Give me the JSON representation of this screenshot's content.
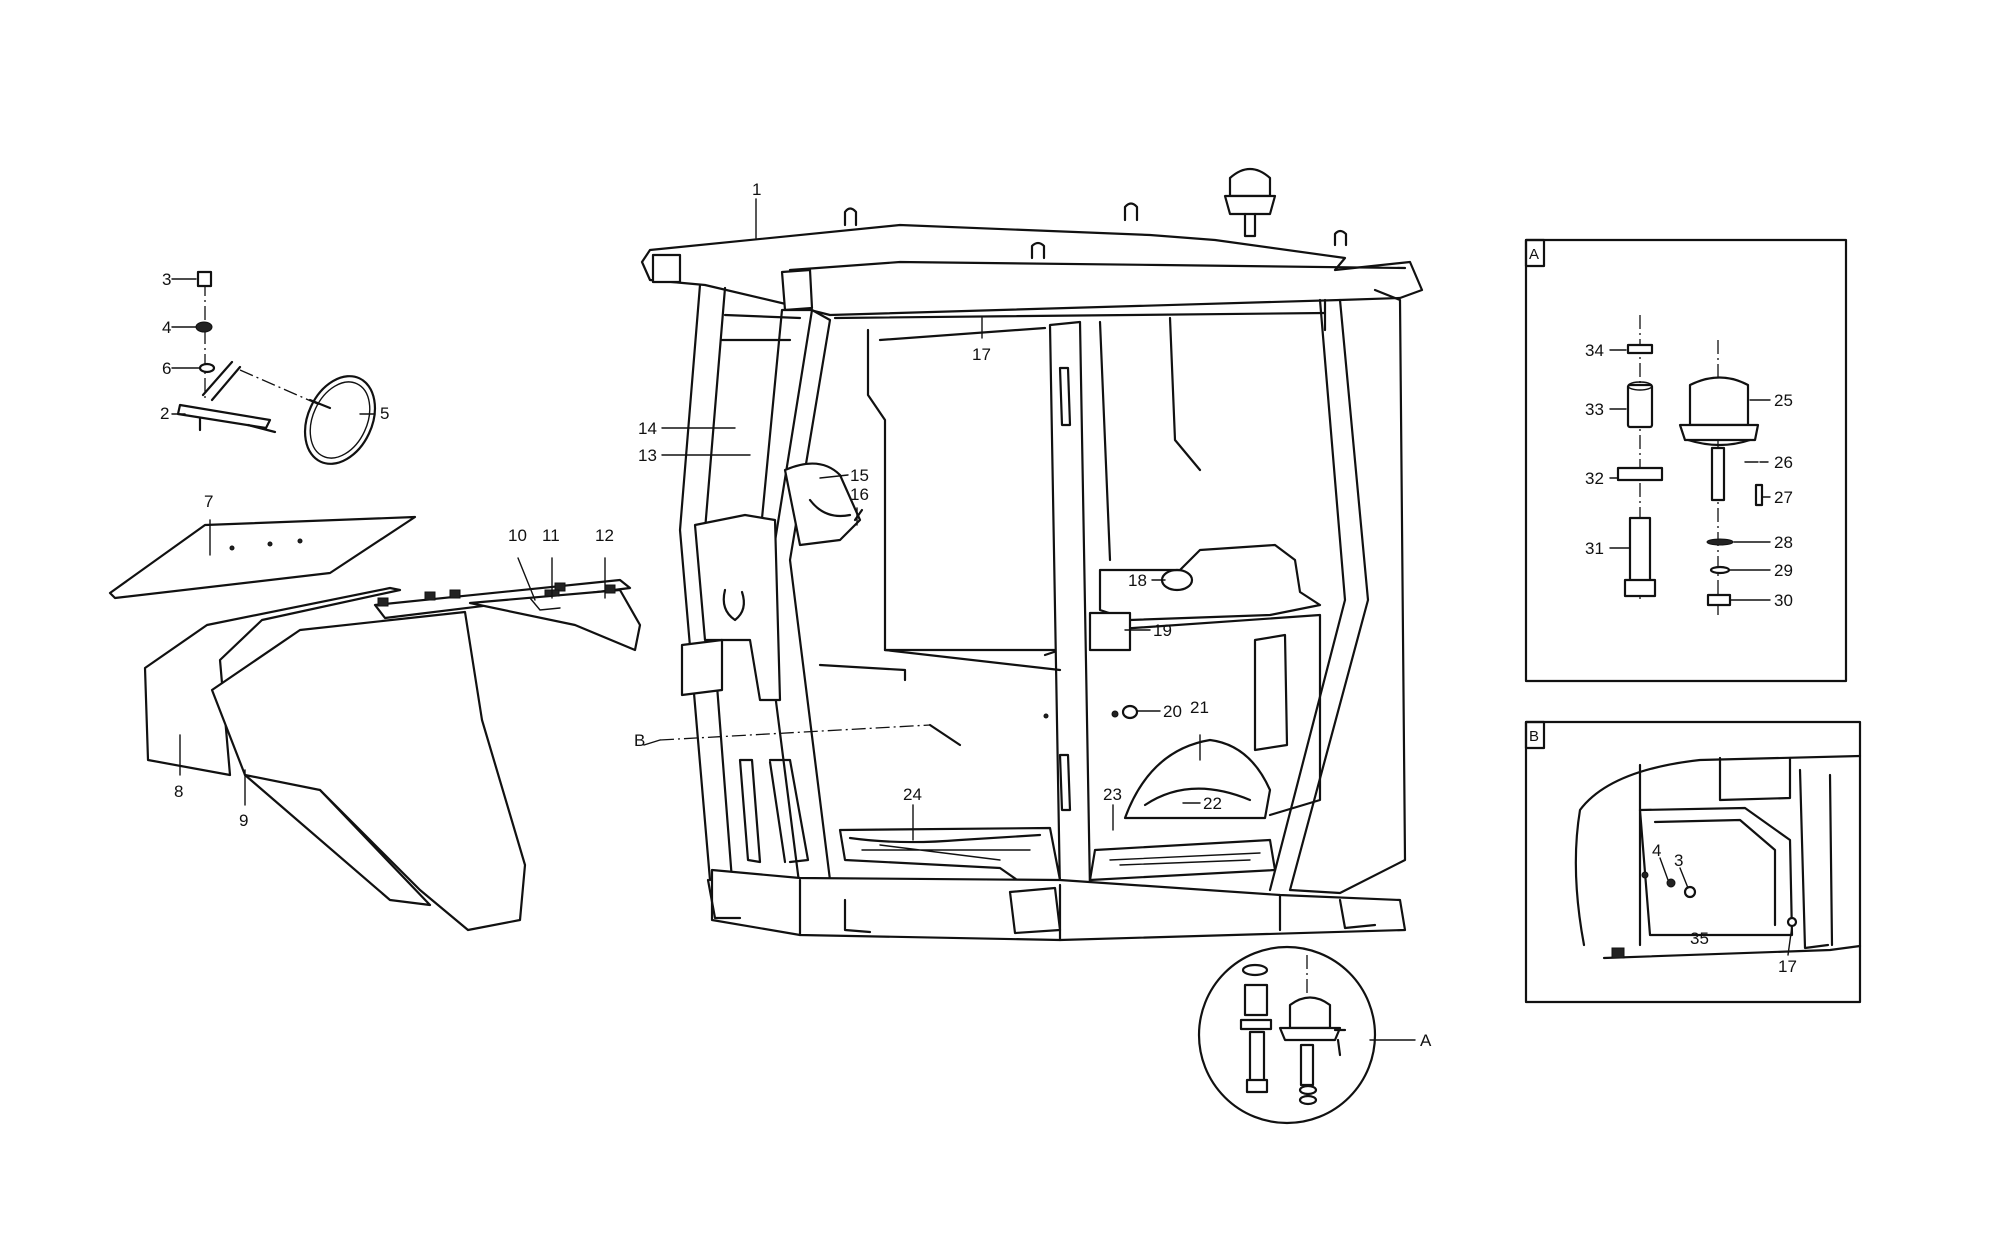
{
  "callouts": [
    "1",
    "2",
    "3",
    "4",
    "5",
    "6",
    "7",
    "8",
    "9",
    "10",
    "11",
    "12",
    "13",
    "14",
    "15",
    "16",
    "17",
    "18",
    "19",
    "20",
    "21",
    "22",
    "23",
    "24",
    "25",
    "26",
    "27",
    "28",
    "29",
    "30",
    "31",
    "32",
    "33",
    "34",
    "35"
  ],
  "detail_a": {
    "tag": "A",
    "callouts": [
      "34",
      "33",
      "32",
      "31",
      "25",
      "26",
      "27",
      "28",
      "29",
      "30"
    ]
  },
  "detail_b": {
    "tag": "B",
    "callouts": [
      "4",
      "3",
      "35",
      "17"
    ]
  },
  "refs": {
    "a": "A",
    "b": "B"
  }
}
